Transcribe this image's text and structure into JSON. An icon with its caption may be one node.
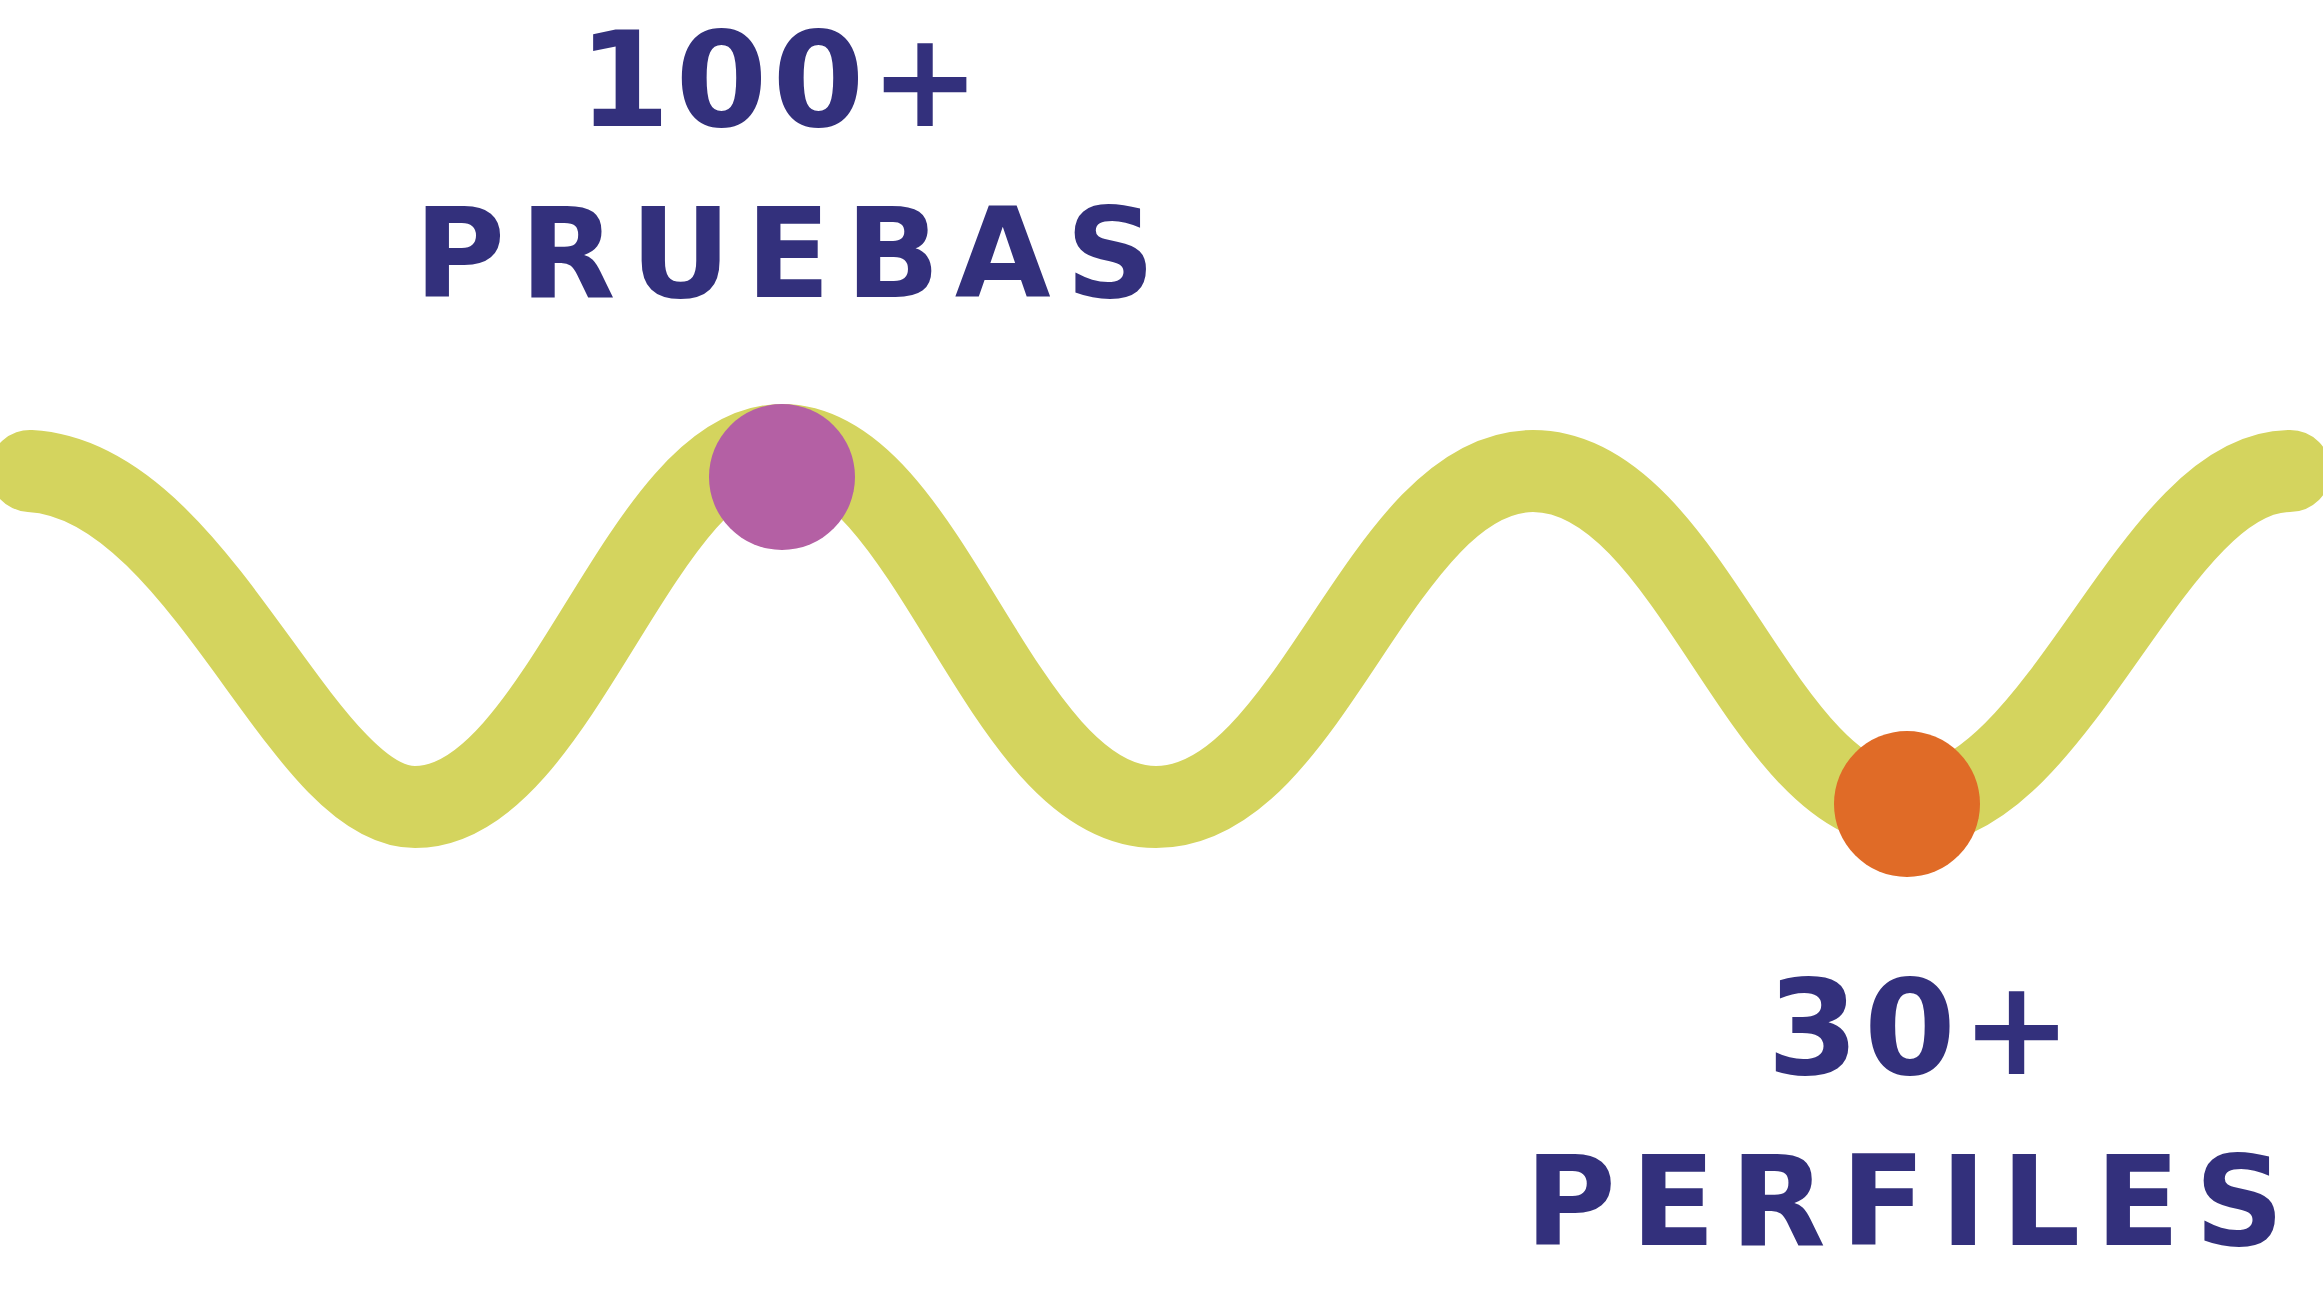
{
  "diagram": {
    "nodes": [
      {
        "text": [],
        "shape": "circle"
      },
      {
        "text": [],
        "shape": "circle"
      }
    ],
    "labels": [
      "100+",
      "PRUEBAS",
      "30+",
      "PERFILES"
    ]
  }
}
